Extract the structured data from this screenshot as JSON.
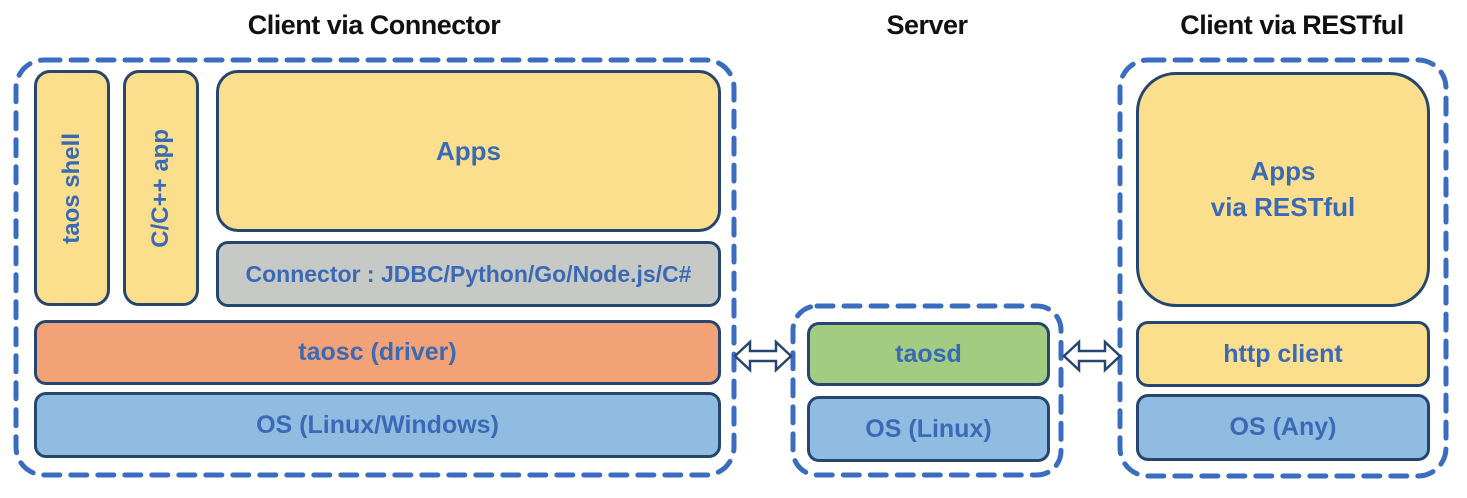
{
  "titles": {
    "client_connector": "Client via Connector",
    "server": "Server",
    "client_restful": "Client via RESTful"
  },
  "client_connector": {
    "taos_shell": "taos shell",
    "cpp_app": "C/C++ app",
    "apps": "Apps",
    "connector": "Connector : JDBC/Python/Go/Node.js/C#",
    "taosc": "taosc (driver)",
    "os": "OS (Linux/Windows)"
  },
  "server": {
    "taosd": "taosd",
    "os": "OS (Linux)"
  },
  "client_restful": {
    "apps": "Apps\nvia RESTful",
    "http_client": "http client",
    "os": "OS (Any)"
  },
  "icons": {
    "left_arrow": "double-headed-arrow",
    "right_arrow": "double-headed-arrow"
  },
  "colors": {
    "yellow": "#FCDF8D",
    "orange": "#F2A276",
    "blue": "#90BCE2",
    "green": "#A3CC83",
    "gray": "#C7C9C7",
    "navy": "#27466F",
    "dash": "#3A6CBF",
    "txtblue": "#3A6AB5",
    "titleblack": "#111111"
  }
}
